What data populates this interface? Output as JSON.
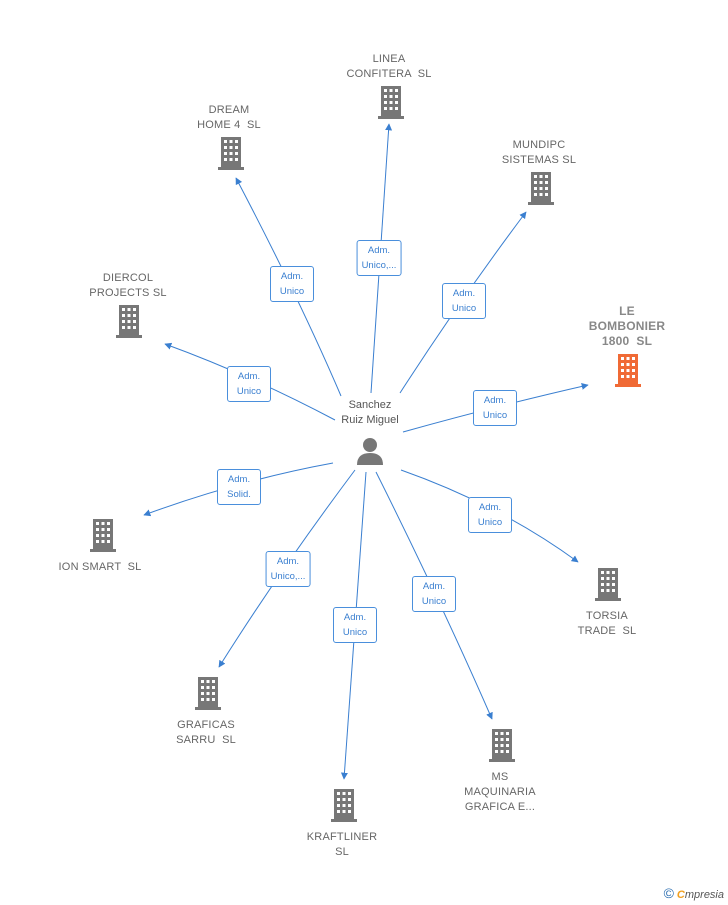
{
  "center": {
    "name": "Sanchez\nRuiz Miguel",
    "icon": "person-icon"
  },
  "colors": {
    "edge": "#3a7fd0",
    "building": "#777777",
    "highlight": "#f06a35"
  },
  "companies": [
    {
      "id": "linea",
      "name": "LINEA\nCONFITERA  SL",
      "role": "Adm.\nUnico,...",
      "highlight": false
    },
    {
      "id": "dream",
      "name": "DREAM\nHOME 4  SL",
      "role": "Adm.\nUnico",
      "highlight": false
    },
    {
      "id": "mundipc",
      "name": "MUNDIPC\nSISTEMAS SL",
      "role": "Adm.\nUnico",
      "highlight": false
    },
    {
      "id": "diercol",
      "name": "DIERCOL\nPROJECTS SL",
      "role": "Adm.\nUnico",
      "highlight": false
    },
    {
      "id": "bombonier",
      "name": "LE\nBOMBONIER\n1800  SL",
      "role": "Adm.\nUnico",
      "highlight": true
    },
    {
      "id": "ionsmart",
      "name": "ION SMART  SL",
      "role": "Adm.\nSolid.",
      "highlight": false
    },
    {
      "id": "torsia",
      "name": "TORSIA\nTRADE  SL",
      "role": "Adm.\nUnico",
      "highlight": false
    },
    {
      "id": "graficas",
      "name": "GRAFICAS\nSARRU  SL",
      "role": "Adm.\nUnico,...",
      "highlight": false
    },
    {
      "id": "ms",
      "name": "MS\nMAQUINARIA\nGRAFICA E...",
      "role": "Adm.\nUnico",
      "highlight": false
    },
    {
      "id": "kraftliner",
      "name": "KRAFTLINER\nSL",
      "role": "Adm.\nUnico",
      "highlight": false
    }
  ],
  "footer": {
    "copyright": "©",
    "brand_initial": "C",
    "brand_rest": "mpresia"
  }
}
